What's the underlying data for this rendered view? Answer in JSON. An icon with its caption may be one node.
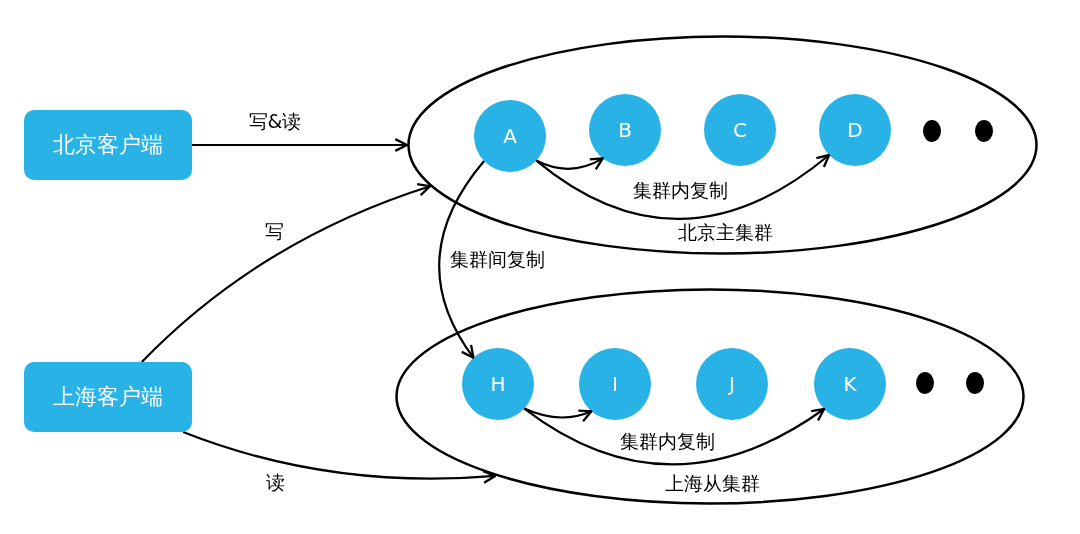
{
  "diagram": {
    "nodes": [
      {
        "text": [
          "北京客户端"
        ]
      },
      {
        "text": [
          "北京主集群"
        ]
      },
      {
        "text": [
          "A"
        ],
        "in": 1
      },
      {
        "text": [
          "B"
        ],
        "in": 1
      },
      {
        "text": [
          "C"
        ],
        "in": 1
      },
      {
        "text": [
          "D"
        ],
        "in": 1
      },
      {
        "text": [],
        "shape": "circle",
        "in": 1
      },
      {
        "text": [],
        "shape": "circle",
        "in": 1
      },
      {
        "text": [
          "上海客户端"
        ]
      },
      {
        "text": [
          "上海从集群"
        ]
      },
      {
        "text": [
          "H"
        ],
        "in": 9
      },
      {
        "text": [
          "I"
        ],
        "in": 9
      },
      {
        "text": [
          "J"
        ],
        "in": 9
      },
      {
        "text": [
          "K"
        ],
        "in": 9
      },
      {
        "text": [],
        "shape": "circle",
        "in": 9
      },
      {
        "text": [],
        "shape": "circle",
        "in": 9
      }
    ],
    "edges": [
      {
        "from": 0,
        "to": 1,
        "arrow": "to",
        "label": "写&读"
      },
      {
        "from": 8,
        "to": 1,
        "arrow": "to",
        "label": "写"
      },
      {
        "from": 8,
        "to": 9,
        "arrow": "to",
        "label": "读"
      },
      {
        "from": 2,
        "to": 3,
        "arrow": "to"
      },
      {
        "from": 2,
        "to": 5,
        "arrow": "to",
        "label": "集群内复制"
      },
      {
        "from": 2,
        "to": 10,
        "arrow": "to",
        "label": "集群间复制"
      },
      {
        "from": 10,
        "to": 11,
        "arrow": "to"
      },
      {
        "from": 10,
        "to": 13,
        "arrow": "to",
        "label": "集群内复制"
      }
    ]
  }
}
